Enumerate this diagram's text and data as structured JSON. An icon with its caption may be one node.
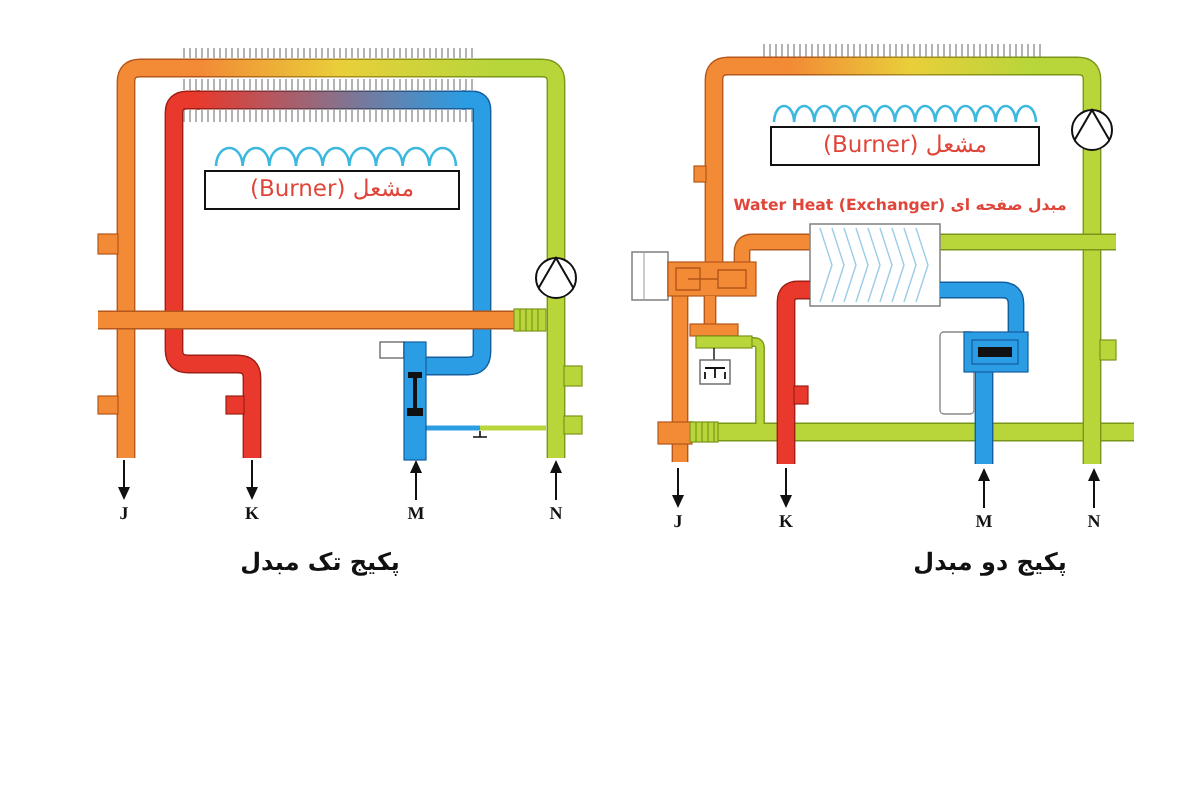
{
  "diagram": {
    "nodes": [
      {
        "text": [
          "مشعل (Burner)"
        ]
      },
      {
        "text": [
          "مشعل (Burner)"
        ]
      }
    ],
    "labels": [
      "J",
      "K",
      "M",
      "N",
      "پکیج تک مبدل",
      "مبدل صفحه ای Water Heat (Exchanger)",
      "J",
      "K",
      "M",
      "N",
      "پکیج دو مبدل"
    ]
  }
}
